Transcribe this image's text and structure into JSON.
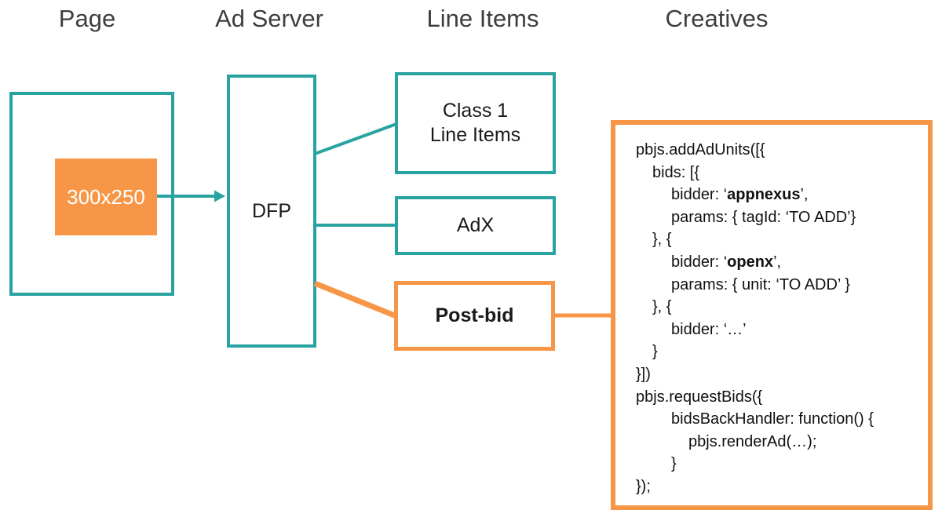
{
  "colors": {
    "teal": "#29a3a1",
    "orange": "#f79646",
    "header_text": "#3e3e3e",
    "label_text": "#1a1a1a",
    "code_text": "#111111",
    "slot_text": "#ffffff",
    "background": "#ffffff"
  },
  "headers": {
    "page": "Page",
    "ad_server": "Ad Server",
    "line_items": "Line Items",
    "creatives": "Creatives"
  },
  "page": {
    "ad_slot_label": "300x250"
  },
  "ad_server": {
    "dfp_label": "DFP"
  },
  "line_items": {
    "class1_line1": "Class 1",
    "class1_line2": "Line Items",
    "adx_label": "AdX",
    "postbid_label": "Post-bid"
  },
  "creatives": {
    "code_lines": [
      {
        "indent": 0,
        "segments": [
          {
            "t": "pbjs.addAdUnits([{"
          }
        ]
      },
      {
        "indent": 21,
        "segments": [
          {
            "t": "bids: [{"
          }
        ]
      },
      {
        "indent": 45,
        "segments": [
          {
            "t": "bidder: ‘"
          },
          {
            "t": "appnexus",
            "b": true
          },
          {
            "t": "’,"
          }
        ]
      },
      {
        "indent": 45,
        "segments": [
          {
            "t": "params: { tagId: ‘TO ADD’}"
          }
        ]
      },
      {
        "indent": 21,
        "segments": [
          {
            "t": "}, {"
          }
        ]
      },
      {
        "indent": 45,
        "segments": [
          {
            "t": "bidder: ‘"
          },
          {
            "t": "openx",
            "b": true
          },
          {
            "t": "’,"
          }
        ]
      },
      {
        "indent": 45,
        "segments": [
          {
            "t": "params: { unit: ‘TO ADD’ }"
          }
        ]
      },
      {
        "indent": 21,
        "segments": [
          {
            "t": "}, {"
          }
        ]
      },
      {
        "indent": 45,
        "segments": [
          {
            "t": "bidder: ‘…’"
          }
        ]
      },
      {
        "indent": 21,
        "segments": [
          {
            "t": "}"
          }
        ]
      },
      {
        "indent": 0,
        "segments": [
          {
            "t": "}])"
          }
        ]
      },
      {
        "indent": 0,
        "segments": [
          {
            "t": "pbjs.requestBids({"
          }
        ]
      },
      {
        "indent": 45,
        "segments": [
          {
            "t": "bidsBackHandler: function() {"
          }
        ]
      },
      {
        "indent": 67,
        "segments": [
          {
            "t": "pbjs.renderAd(…);"
          }
        ]
      },
      {
        "indent": 45,
        "segments": [
          {
            "t": "}"
          }
        ]
      },
      {
        "indent": 0,
        "segments": [
          {
            "t": "});"
          }
        ]
      }
    ]
  }
}
